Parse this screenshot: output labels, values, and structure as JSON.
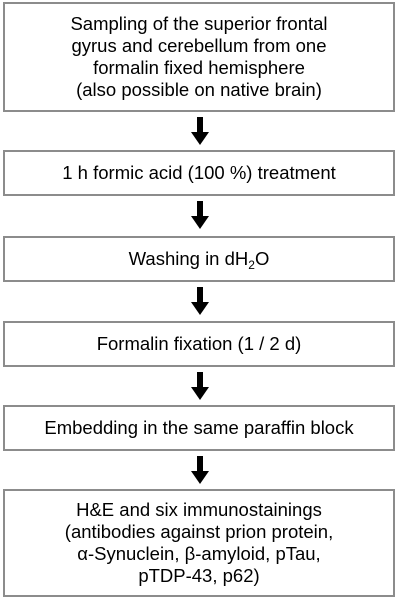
{
  "steps": [
    {
      "lines": [
        "Sampling of the superior frontal",
        "gyrus and cerebellum from one",
        "formalin fixed hemisphere",
        "(also possible on native brain)"
      ]
    },
    {
      "lines": [
        "1 h formic acid (100 %) treatment"
      ]
    },
    {
      "prefix": "Washing in dH",
      "sub": "2",
      "suffix": "O"
    },
    {
      "lines": [
        "Formalin fixation (1 / 2 d)"
      ]
    },
    {
      "lines": [
        "Embedding in the same paraffin block"
      ]
    },
    {
      "lines": [
        "H&E and six immunostainings",
        "(antibodies against prion protein,",
        "α-Synuclein, β-amyloid, pTau,",
        "pTDP-43, p62)"
      ]
    }
  ],
  "colors": {
    "box_border": "#8c8c8c",
    "arrow": "#000000",
    "text": "#000000"
  },
  "icons": {
    "arrow": "arrow-down-icon"
  }
}
